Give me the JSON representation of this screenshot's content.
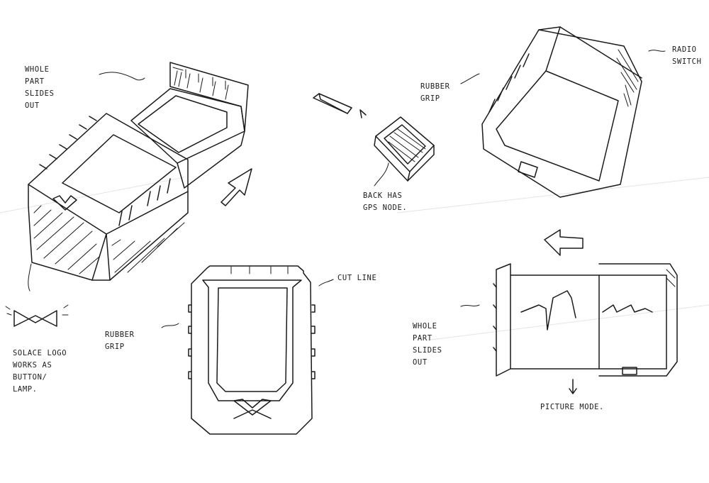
{
  "annotations": {
    "whole_part_top": "WHOLE\nPART\nSLIDES\nOUT",
    "rubber_grip_top": "RUBBER\nGRIP",
    "radio_switch": "RADIO\nSWITCH",
    "back_gps": "BACK HAS\nGPS NODE.",
    "cut_line": "CUT LINE",
    "rubber_grip_bottom": "RUBBER\nGRIP",
    "solace_logo": "SOLACE LOGO\nWORKS AS\nBUTTON/\nLAMP.",
    "whole_part_right": "WHOLE\nPART\nSLIDES\nOUT",
    "picture_mode": "PICTURE MODE."
  }
}
